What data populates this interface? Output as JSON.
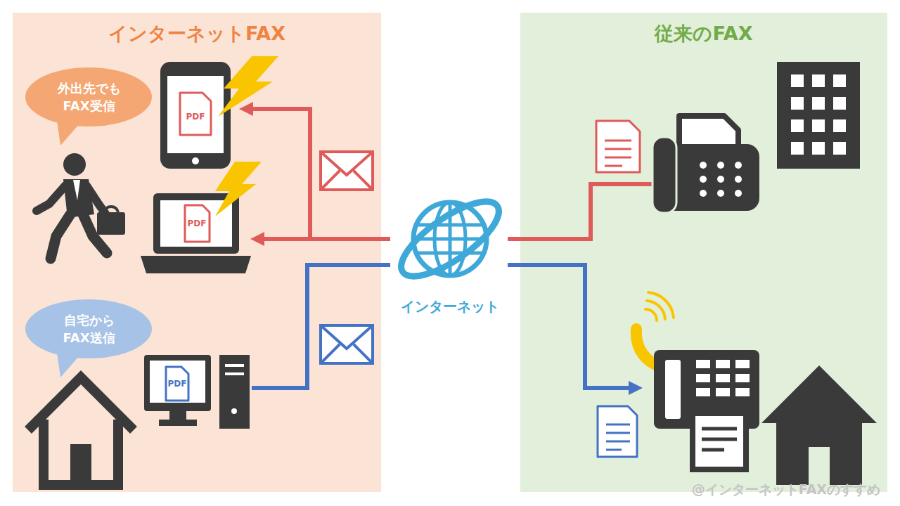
{
  "diagram": {
    "nodes": [
      {
        "text": [
          "インターネットFAX"
        ]
      },
      {
        "text": [
          "外出先でも FAX受信"
        ],
        "in": 0
      },
      {
        "text": [
          "PDF"
        ],
        "in": 0
      },
      {
        "text": [
          "PDF"
        ],
        "in": 0
      },
      {
        "text": [
          "自宅から FAX送信"
        ],
        "in": 0
      },
      {
        "text": [
          "PDF"
        ],
        "in": 0
      },
      {
        "text": [
          "インターネット"
        ]
      },
      {
        "text": [
          "従来のFAX"
        ]
      }
    ],
    "edges": [
      {
        "from": 6,
        "to": 2,
        "arrow": "to"
      },
      {
        "from": 6,
        "to": 3,
        "arrow": "to"
      },
      {
        "from": 5,
        "to": 6,
        "arrow": "none"
      }
    ],
    "labels": [
      "@インターネットFAXのすすめ"
    ]
  }
}
